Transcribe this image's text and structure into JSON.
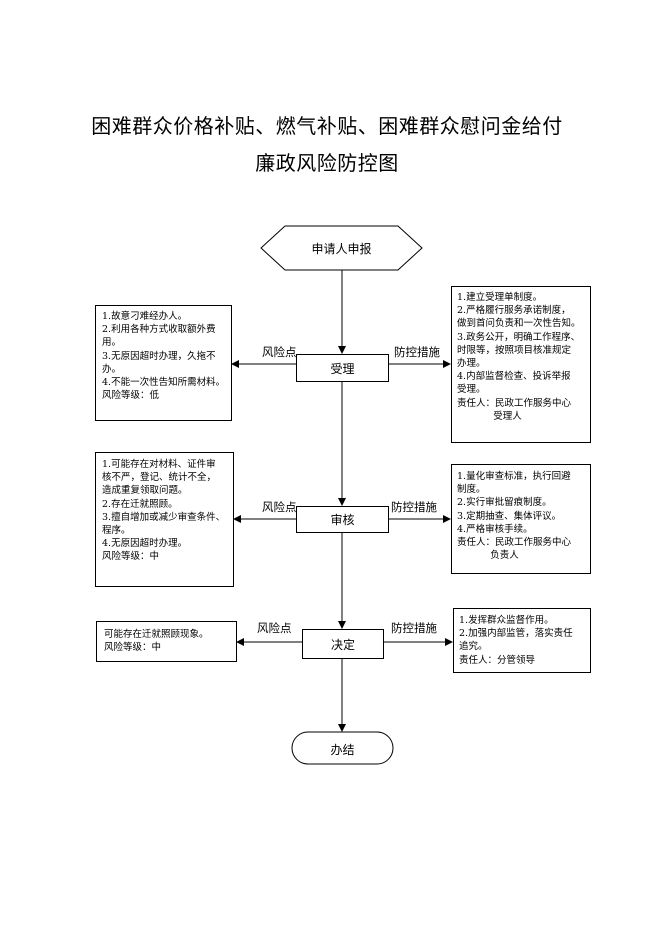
{
  "title": {
    "line1": "困难群众价格补贴、燃气补贴、困难群众慰问金给付",
    "line2": "廉政风险防控图"
  },
  "flow": {
    "start": "申请人申报",
    "steps": [
      {
        "name": "受理",
        "risk_label": "风险点",
        "control_label": "防控措施",
        "risks": [
          "1.故意刁难经办人。",
          "2.利用各种方式收取额外费",
          "用。",
          "3.无原因超时办理，久拖不",
          "办。",
          "4.不能一次性告知所需材料。",
          "风险等级：低"
        ],
        "controls": [
          "1.建立受理单制度。",
          "2.严格履行服务承诺制度，",
          "做到首问负责和一次性告知。",
          "3.政务公开，明确工作程序、",
          "时限等，按照项目核准规定",
          "办理。",
          "4.内部监督检查、投诉举报",
          "受理。",
          "责任人：民政工作服务中心",
          "            受理人"
        ]
      },
      {
        "name": "审核",
        "risk_label": "风险点",
        "control_label": "防控措施",
        "risks": [
          "1.可能存在对材料、证件审",
          "核不严，登记、统计不全，",
          "造成重复领取问题。",
          "2.存在迁就照顾。",
          "3.擅自增加或减少审查条件、",
          "程序。",
          "4.无原因超时办理。",
          "风险等级：中"
        ],
        "controls": [
          "1.量化审查标准，执行回避",
          "制度。",
          "2.实行审批留痕制度。",
          "3.定期抽查、集体评议。",
          "4.严格审核手续。",
          "责任人：民政工作服务中心",
          "           负责人"
        ]
      },
      {
        "name": "决定",
        "risk_label": "风险点",
        "control_label": "防控措施",
        "risks": [
          "可能存在迁就照顾现象。",
          "风险等级：中"
        ],
        "controls": [
          "1.发挥群众监督作用。",
          "2.加强内部监管，落实责任",
          "追究。",
          "责任人：分管领导"
        ]
      }
    ],
    "end": "办结"
  }
}
